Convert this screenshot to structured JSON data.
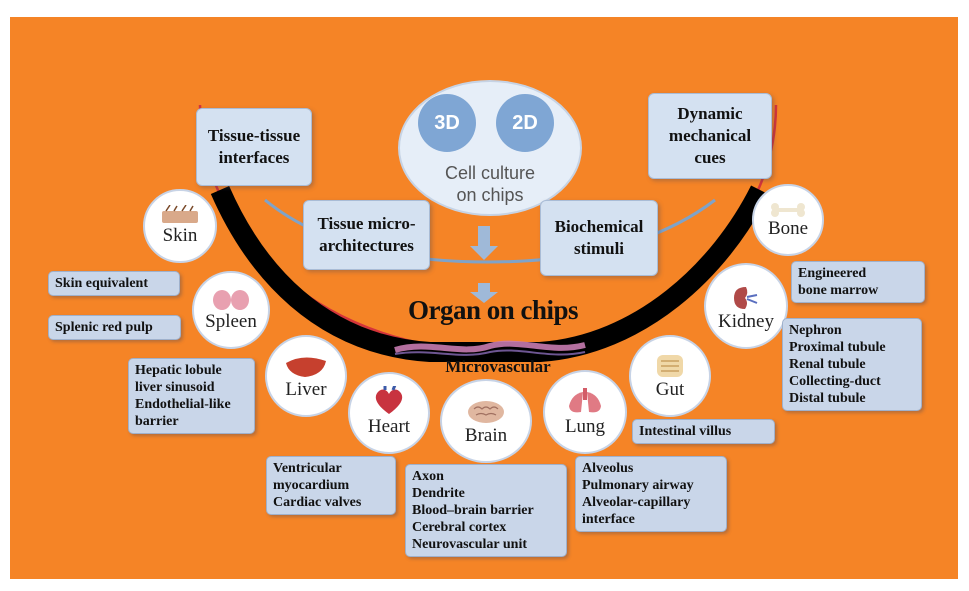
{
  "colors": {
    "background": "#f58426",
    "box_fill": "#c9d6e9",
    "ring_red": "#d4343a",
    "ring_black": "#000000",
    "inner_blue": "#7fa3c9",
    "disc_blue": "#7fa6d4"
  },
  "hub": {
    "disc_3d": "3D",
    "disc_2d": "2D",
    "line1": "Cell culture",
    "line2": "on chips"
  },
  "headers": {
    "tissue_interfaces": [
      "Tissue-tissue",
      "interfaces"
    ],
    "mechanical_cues": [
      "Dynamic",
      "mechanical",
      "cues"
    ],
    "microarchitectures": [
      "Tissue micro-",
      "architectures"
    ],
    "biochemical": [
      "Biochemical",
      "stimuli"
    ]
  },
  "title": "Organ on chips",
  "microvascular": "Microvascular",
  "organs": {
    "skin": {
      "label": "Skin",
      "icon": "skin-icon"
    },
    "spleen": {
      "label": "Spleen",
      "icon": "spleen-icon"
    },
    "liver": {
      "label": "Liver",
      "icon": "liver-icon"
    },
    "heart": {
      "label": "Heart",
      "icon": "heart-icon"
    },
    "brain": {
      "label": "Brain",
      "icon": "brain-icon"
    },
    "lung": {
      "label": "Lung",
      "icon": "lung-icon"
    },
    "gut": {
      "label": "Gut",
      "icon": "gut-icon"
    },
    "kidney": {
      "label": "Kidney",
      "icon": "kidney-icon"
    },
    "bone": {
      "label": "Bone",
      "icon": "bone-icon"
    }
  },
  "boxes": {
    "skin": [
      "Skin equivalent"
    ],
    "spleen": [
      "Splenic red pulp"
    ],
    "liver": [
      "Hepatic lobule",
      "liver sinusoid",
      "Endothelial-like",
      "barrier"
    ],
    "heart": [
      "Ventricular",
      "myocardium",
      "Cardiac valves"
    ],
    "brain": [
      "Axon",
      "Dendrite",
      "Blood–brain barrier",
      "Cerebral cortex",
      "Neurovascular unit"
    ],
    "lung": [
      "Alveolus",
      "Pulmonary airway",
      "Alveolar-capillary",
      "interface"
    ],
    "gut": [
      "Intestinal villus"
    ],
    "bone": [
      "Engineered",
      "bone marrow"
    ],
    "kidney": [
      "Nephron",
      "Proximal tubule",
      "Renal tubule",
      "Collecting-duct",
      "Distal tubule"
    ]
  }
}
